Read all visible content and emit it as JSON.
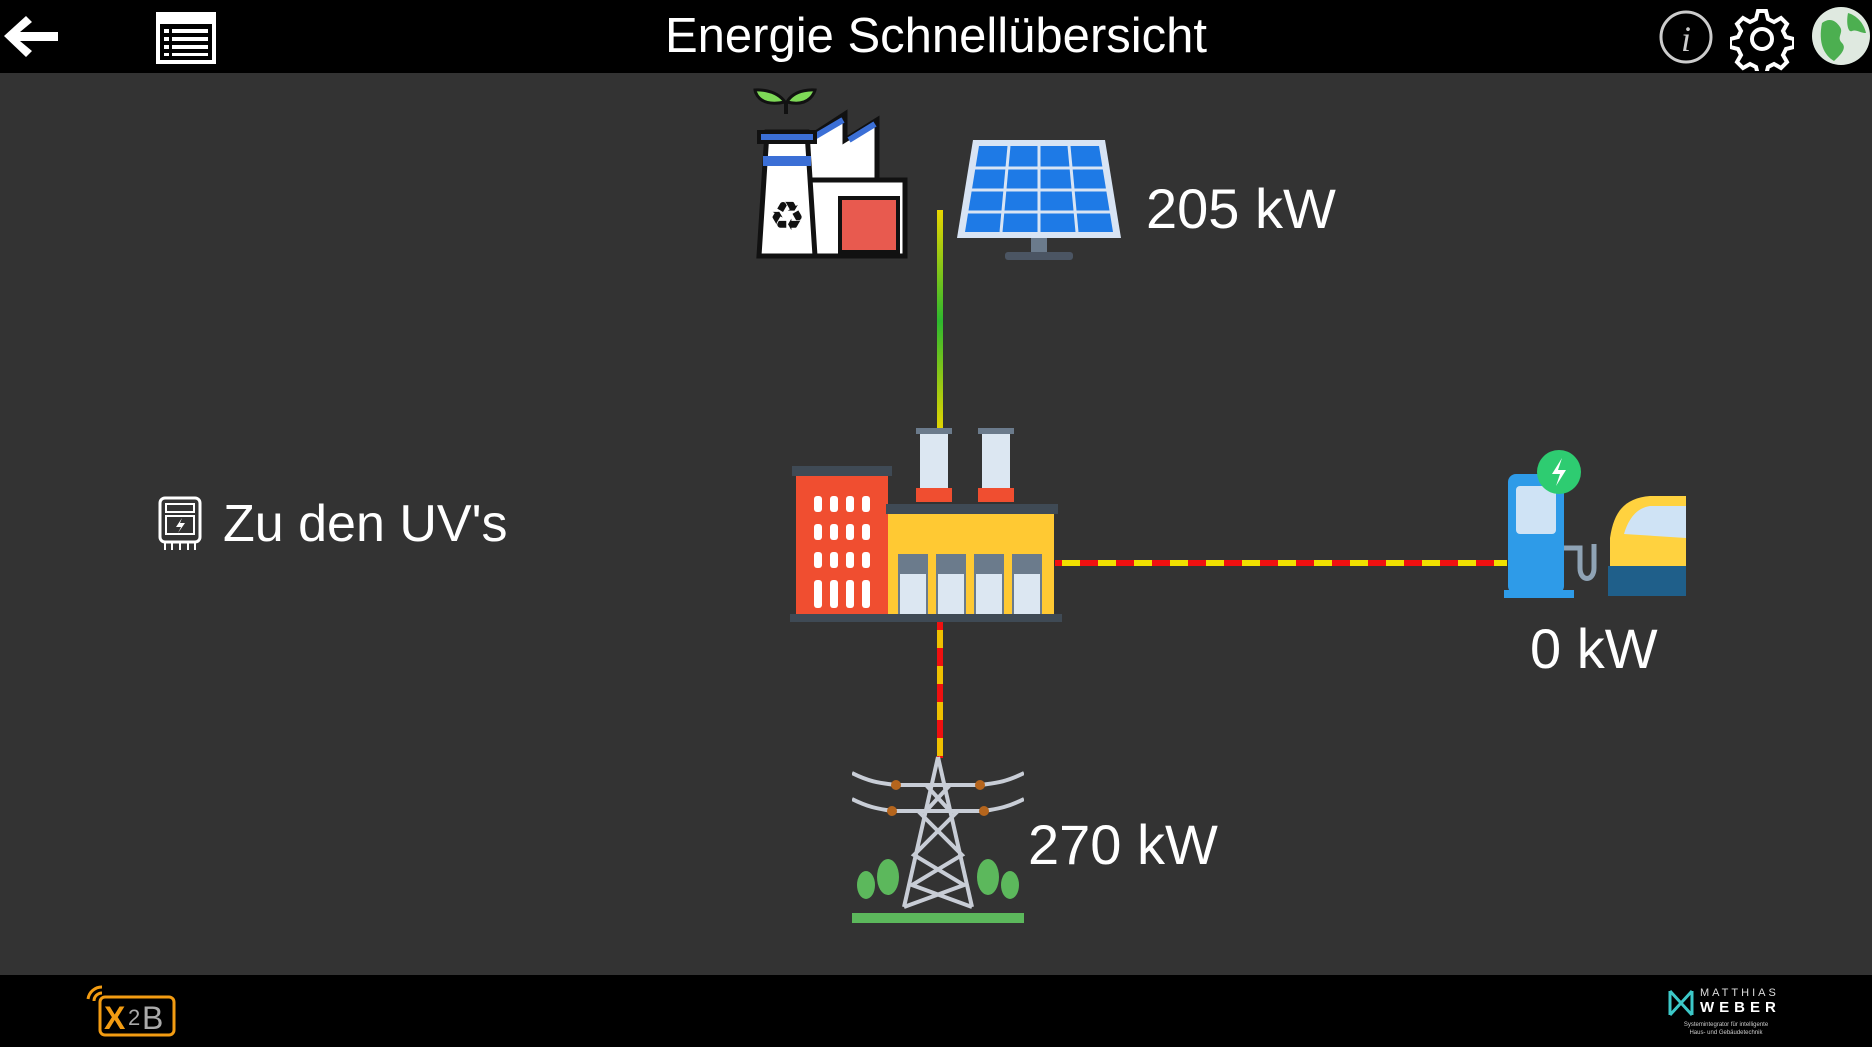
{
  "header": {
    "title": "Energie Schnellübersicht",
    "icons": [
      "back-arrow-icon",
      "list-icon",
      "info-icon",
      "gear-icon",
      "globe-icon"
    ]
  },
  "flows": {
    "solar": "205 kW",
    "grid": "270 kW",
    "ev": "0 kW"
  },
  "link": {
    "label": "Zu den UV's"
  },
  "footer": {
    "logo_left": "X2B",
    "logo_right_line1": "MATTHIAS",
    "logo_right_line2": "WEBER",
    "logo_right_tagline": "Systemintegrator für intelligente Haus- und Gebäudetechnik"
  },
  "colors": {
    "background": "#333333",
    "bar": "#000000",
    "accent": "#f39c12"
  }
}
